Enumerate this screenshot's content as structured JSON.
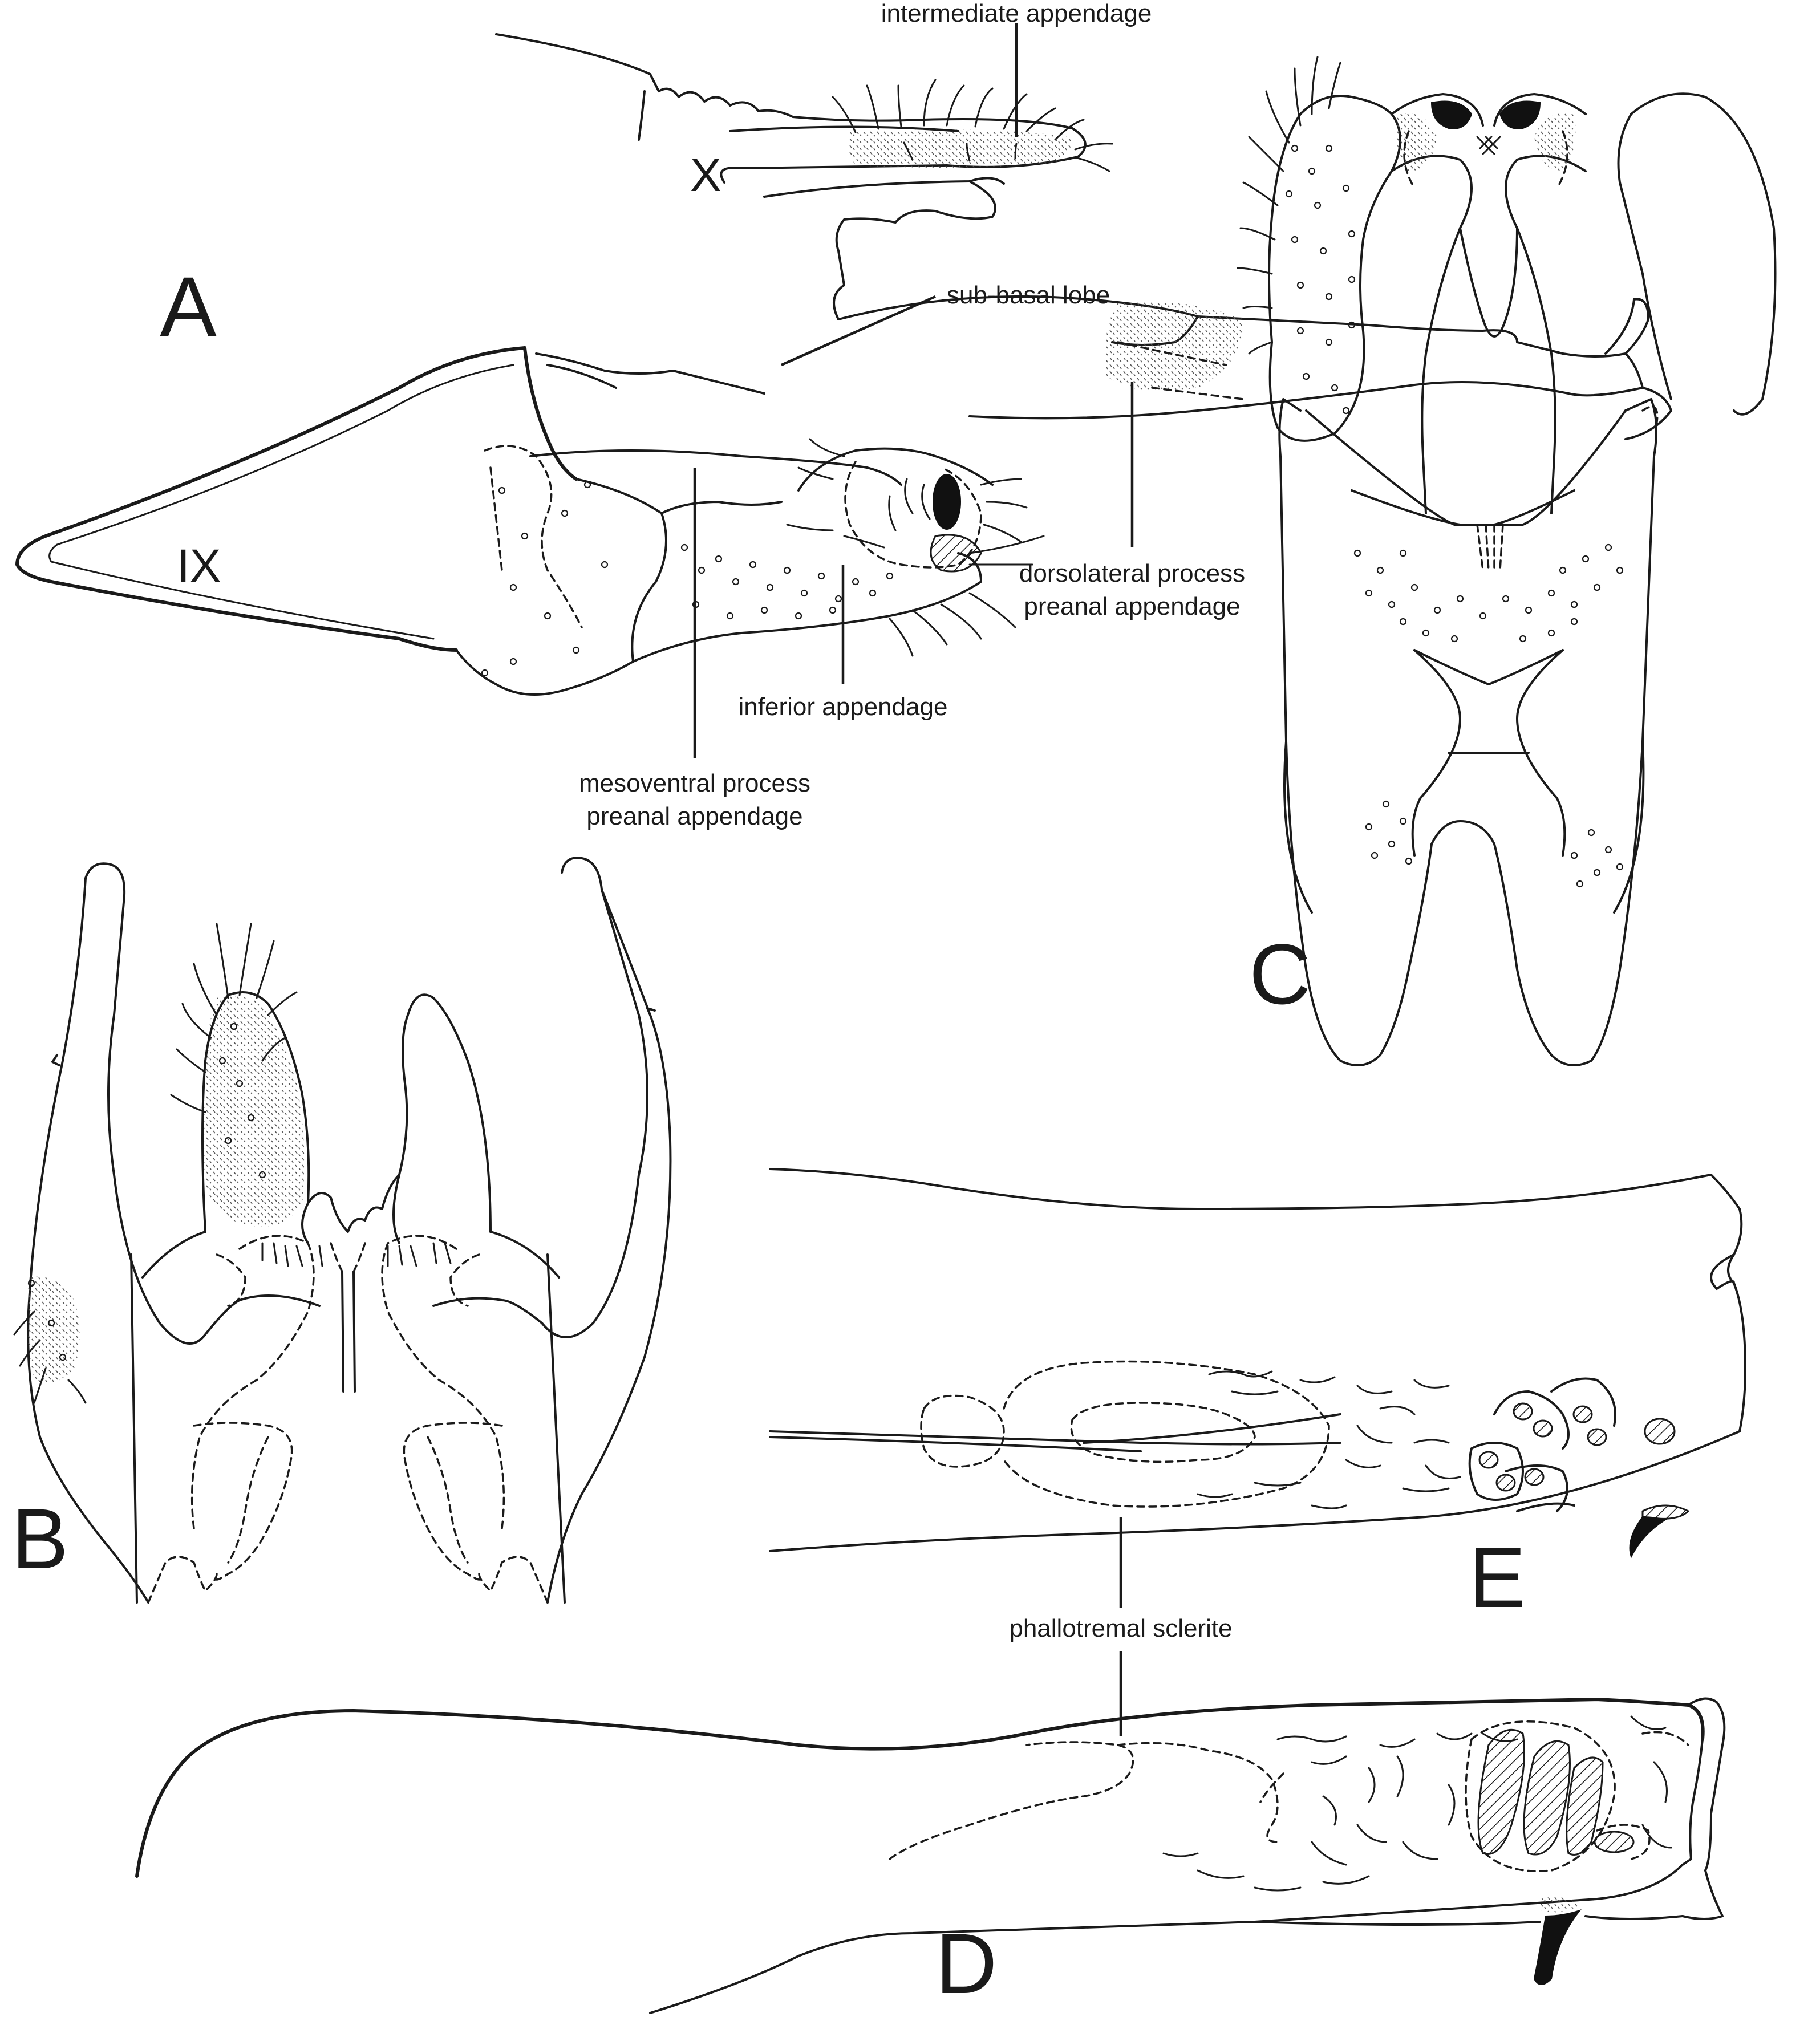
{
  "figure": {
    "panels": {
      "a": "A",
      "b": "B",
      "c": "C",
      "d": "D",
      "e": "E"
    },
    "segments": {
      "ix": "IX",
      "x": "X"
    },
    "labels": {
      "intermediate_appendage": "intermediate appendage",
      "sub_basal_lobe": "sub-basal lobe",
      "dorsolateral_line1": "dorsolateral process",
      "dorsolateral_line2": "preanal appendage",
      "inferior_appendage": "inferior appendage",
      "mesoventral_line1": "mesoventral process",
      "mesoventral_line2": "preanal appendage",
      "phallotremal_sclerite": "phallotremal sclerite"
    },
    "style": {
      "line_color": "#1a1a1a",
      "background": "#ffffff"
    }
  }
}
